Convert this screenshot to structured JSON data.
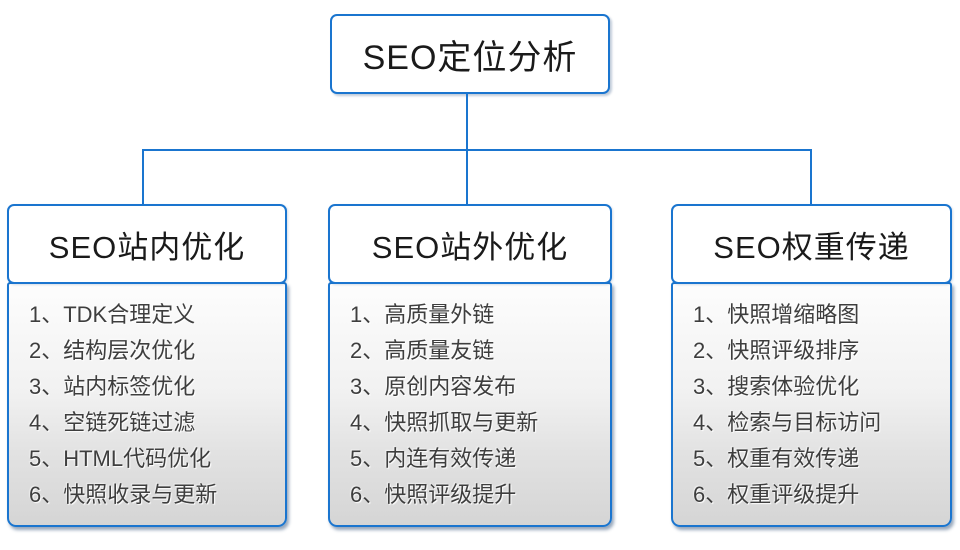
{
  "colors": {
    "accent": "#1a75cf",
    "heading_text": "#1a1a1a",
    "item_text": "#3e3e3e",
    "body_gradient_top": "#fdfdfd",
    "body_gradient_bottom": "#d5d5d5"
  },
  "root": {
    "label": "SEO定位分析"
  },
  "columns": [
    {
      "title": "SEO站内优化",
      "items": [
        "1、TDK合理定义",
        "2、结构层次优化",
        "3、站内标签优化",
        "4、空链死链过滤",
        "5、HTML代码优化",
        "6、快照收录与更新"
      ]
    },
    {
      "title": "SEO站外优化",
      "items": [
        "1、高质量外链",
        "2、高质量友链",
        "3、原创内容发布",
        "4、快照抓取与更新",
        "5、内连有效传递",
        "6、快照评级提升"
      ]
    },
    {
      "title": "SEO权重传递",
      "items": [
        "1、快照增缩略图",
        "2、快照评级排序",
        "3、搜索体验优化",
        "4、检索与目标访问",
        "5、权重有效传递",
        "6、权重评级提升"
      ]
    }
  ]
}
